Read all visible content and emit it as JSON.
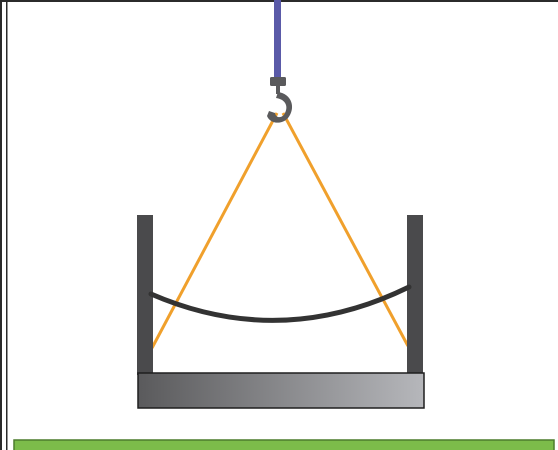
{
  "scene": {
    "background_color": "#ffffff",
    "frame_color": "#2b2b2b",
    "crane_cable": {
      "icon": "crane-cable",
      "color": "#5a5aa8"
    },
    "hook": {
      "icon": "crane-hook-icon",
      "color": "#5a5a5c"
    },
    "sling_ropes": {
      "icon": "sling-rope",
      "color": "#f0a02c",
      "count": 2
    },
    "load_bar": {
      "icon": "curved-bar",
      "color": "#333333"
    },
    "posts": {
      "icon": "vertical-post",
      "color": "#4a4a4c",
      "count": 2
    },
    "platform": {
      "icon": "platform-base",
      "gradient_start": "#5a5a5c",
      "gradient_end": "#b6b7bb",
      "border_color": "#1e1e1e"
    },
    "ground": {
      "color": "#7cbc4a",
      "border_color": "#4c7c2c"
    }
  }
}
